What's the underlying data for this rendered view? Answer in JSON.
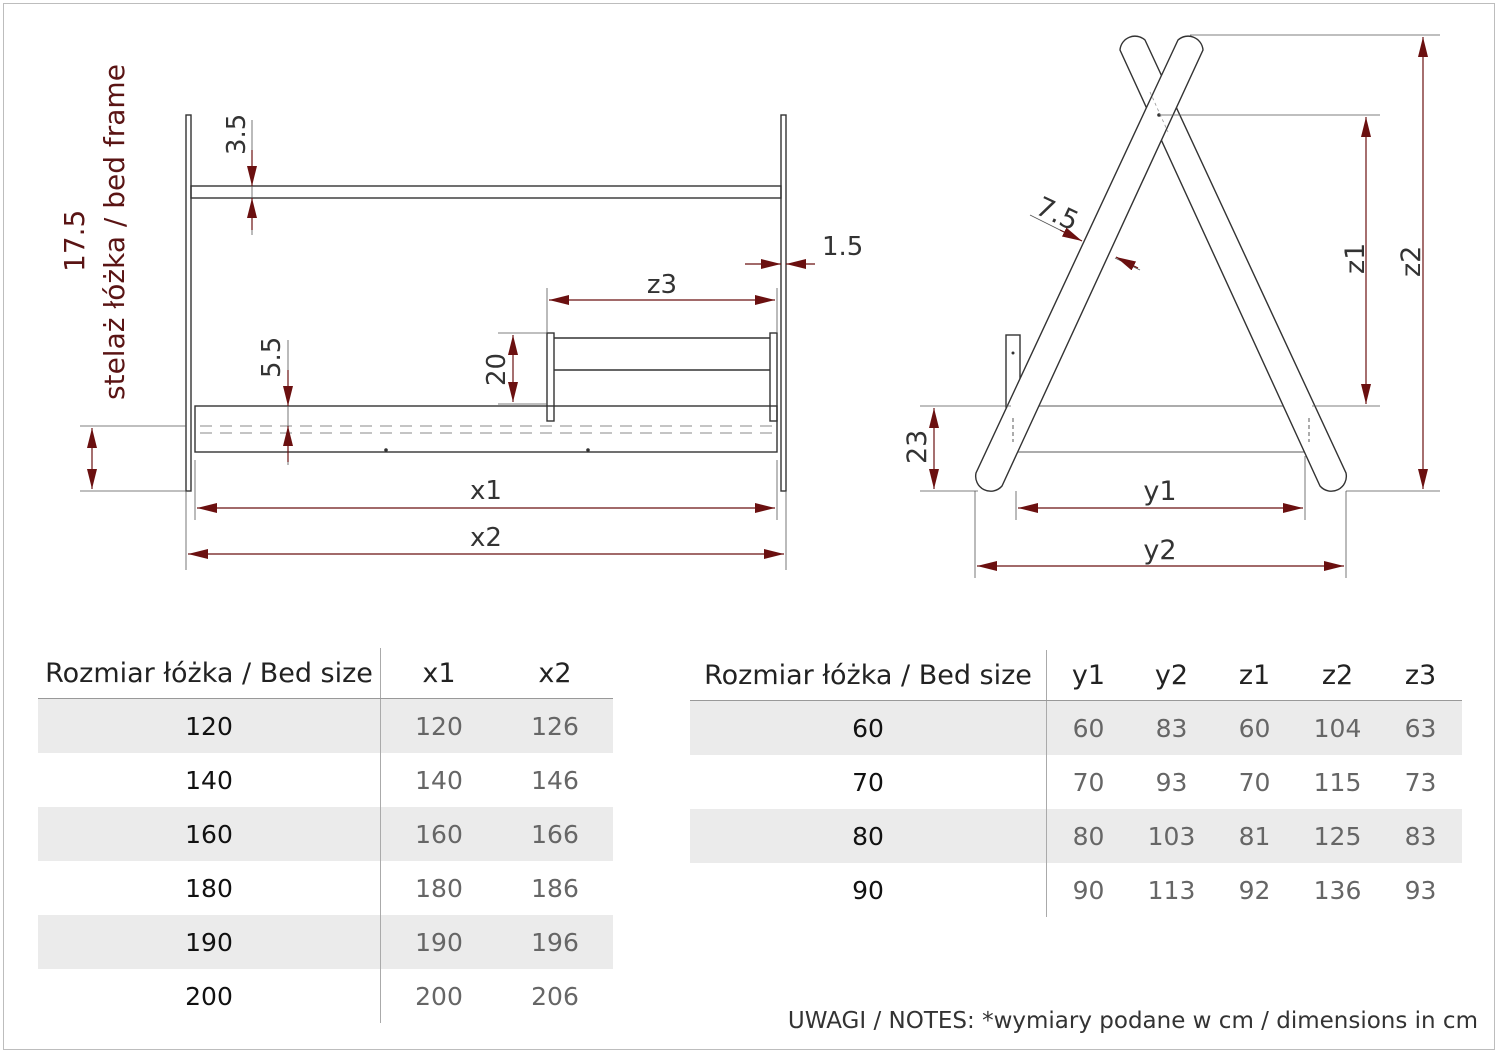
{
  "front_view": {
    "labels": {
      "h35": "3.5",
      "h15": "1.5",
      "z3": "z3",
      "h20": "20",
      "h55": "5.5",
      "x1": "x1",
      "x2": "x2",
      "h175": "17.5",
      "frame": "stelaż łóżka / bed frame"
    }
  },
  "side_view": {
    "labels": {
      "w75": "7.5",
      "z1": "z1",
      "z2": "z2",
      "h23": "23",
      "y1": "y1",
      "y2": "y2"
    }
  },
  "bed_table": {
    "headers": [
      "Rozmiar łóżka / Bed size",
      "x1",
      "x2"
    ],
    "rows": [
      [
        "120",
        "120",
        "126"
      ],
      [
        "140",
        "140",
        "146"
      ],
      [
        "160",
        "160",
        "166"
      ],
      [
        "180",
        "180",
        "186"
      ],
      [
        "190",
        "190",
        "196"
      ],
      [
        "200",
        "200",
        "206"
      ]
    ]
  },
  "tent_table": {
    "headers": [
      "Rozmiar łóżka / Bed size",
      "y1",
      "y2",
      "z1",
      "z2",
      "z3"
    ],
    "rows": [
      [
        "60",
        "60",
        "83",
        "60",
        "104",
        "63"
      ],
      [
        "70",
        "70",
        "93",
        "70",
        "115",
        "73"
      ],
      [
        "80",
        "80",
        "103",
        "81",
        "125",
        "83"
      ],
      [
        "90",
        "90",
        "113",
        "92",
        "136",
        "93"
      ]
    ]
  },
  "notes": "UWAGI / NOTES: *wymiary podane w cm / dimensions in cm",
  "colors": {
    "dimension_arrow": "#6b1010",
    "line": "#333333",
    "stripe": "#ebebeb"
  }
}
